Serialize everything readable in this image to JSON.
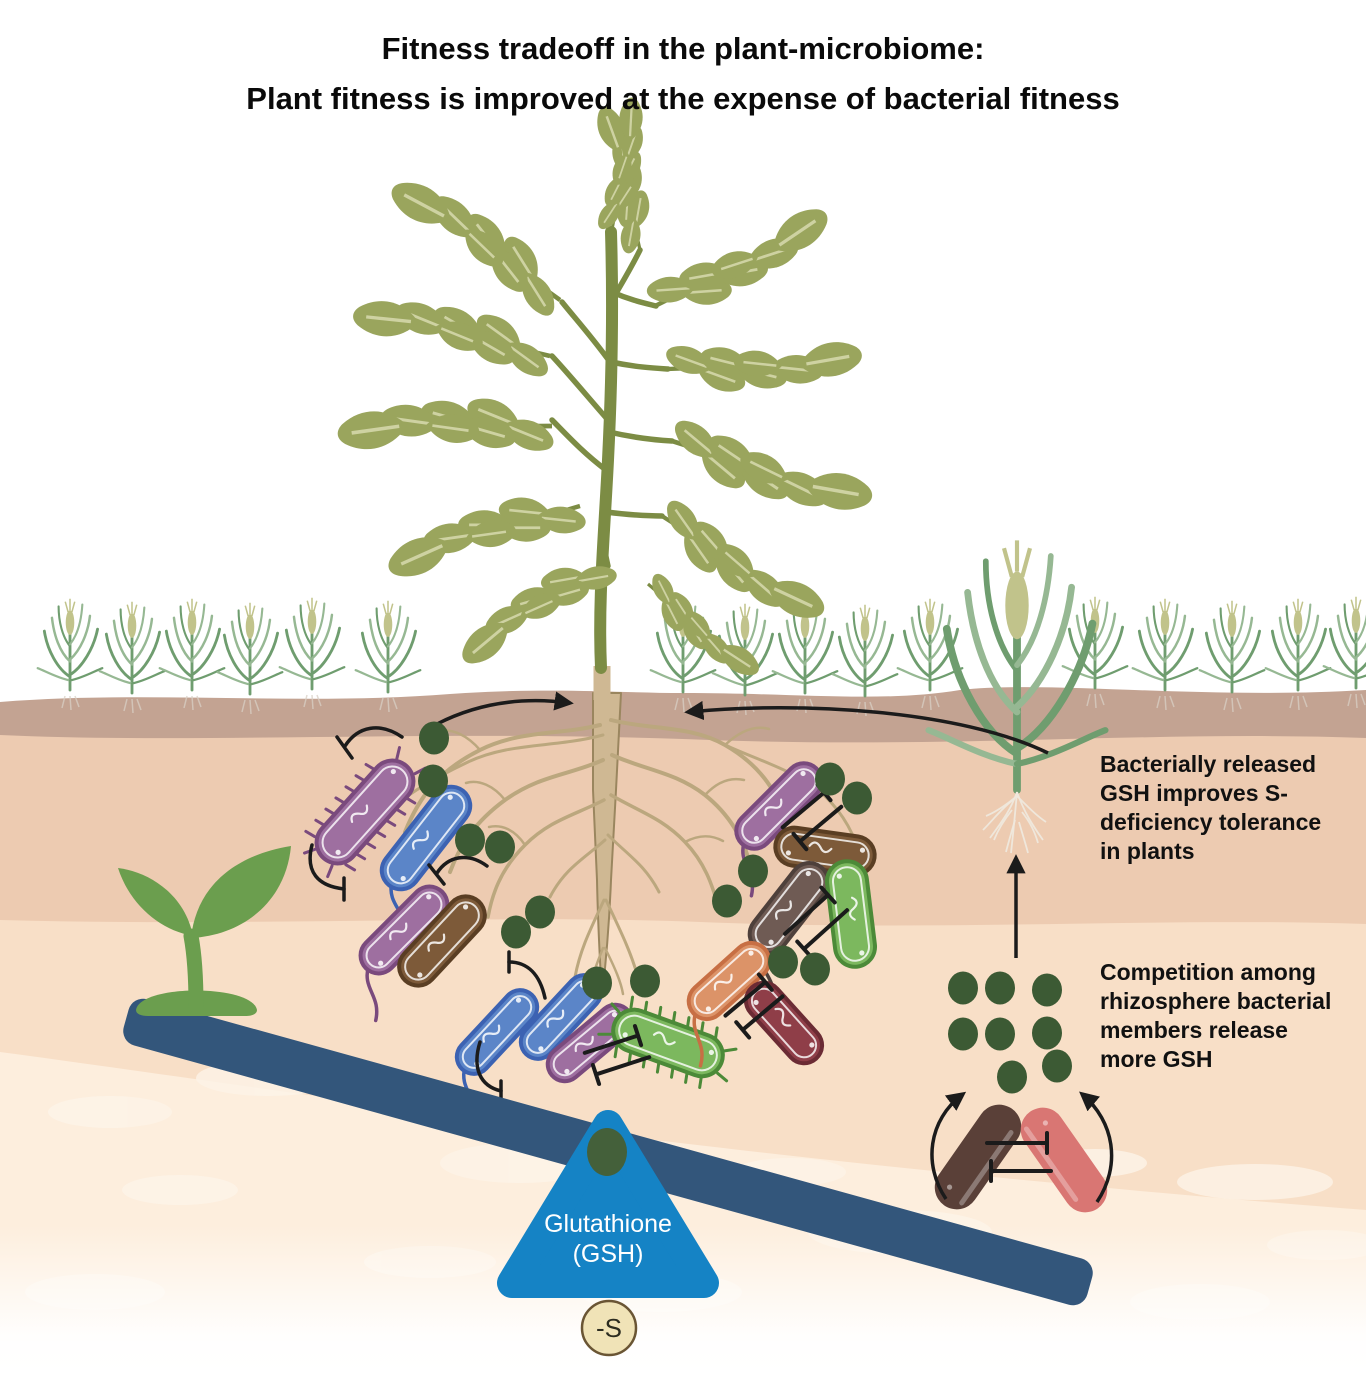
{
  "title": {
    "line1": "Fitness tradeoff in the plant-microbiome:",
    "line2": "Plant fitness is improved at the expense of bacterial fitness"
  },
  "annotations": {
    "bacterial_gsh": {
      "lines": [
        "Bacterially released",
        "GSH improves S-",
        "deficiency tolerance",
        "in plants"
      ]
    },
    "competition": {
      "lines": [
        "Competition among",
        "rhizosphere bacterial",
        "members release",
        "more GSH"
      ]
    }
  },
  "balance": {
    "fulcrum_line1": "Glutathione",
    "fulcrum_line2": "(GSH)",
    "sulfur_label": "-S"
  },
  "icons": {
    "gsh_molecule": "dark-green-dot",
    "seedling": "plant-seedling",
    "inhibition": "T-bar-inhibition-arrow"
  },
  "colors": {
    "background": "#ffffff",
    "soil_band1": "#c3a392",
    "soil_band2": "#edcbb1",
    "soil_band3": "#f8dfc7",
    "soil_band4": "#fdeedd",
    "soil_blob": "#fdf4e8",
    "gsh_green": "#3c5a34",
    "beam_blue": "#33567b",
    "fulcrum_blue": "#1583c5",
    "fulcrum_text": "#ffffff",
    "fulcrum_oval": "#44603a",
    "sulfur_fill": "#f0e3b7",
    "sulfur_border": "#6a5534",
    "seedling_green": "#6b9e4e",
    "wheat_green": "#6f9d6f",
    "wheat_green_light": "#96b893",
    "wheat_head": "#c1c38b",
    "root_tan": "#cfb893",
    "root_edge": "#9a865f",
    "root_branch": "#bba77e",
    "tomato_leaf": "#9aa55d",
    "tomato_leaf_vein": "#ced2a2",
    "tomato_stem": "#7c8c44",
    "arrow_black": "#1b1b1b",
    "bacteria": {
      "purple": {
        "fill": "#9e6fa0",
        "dark": "#7a4a7d"
      },
      "blue": {
        "fill": "#5b85c8",
        "dark": "#3c62b2"
      },
      "brown": {
        "fill": "#7d5a39",
        "dark": "#5a3e23"
      },
      "taupe": {
        "fill": "#6f5b54",
        "dark": "#4e403b"
      },
      "green": {
        "fill": "#7cb85e",
        "dark": "#4c8a38"
      },
      "orange": {
        "fill": "#dc9368",
        "dark": "#c76f44"
      },
      "darkred": {
        "fill": "#8f3e48",
        "dark": "#6b2b34"
      },
      "bottombrown": {
        "fill": "#5a4038",
        "dark": "#5a4038"
      },
      "pink": {
        "fill": "#d97673",
        "dark": "#d97673"
      }
    }
  }
}
